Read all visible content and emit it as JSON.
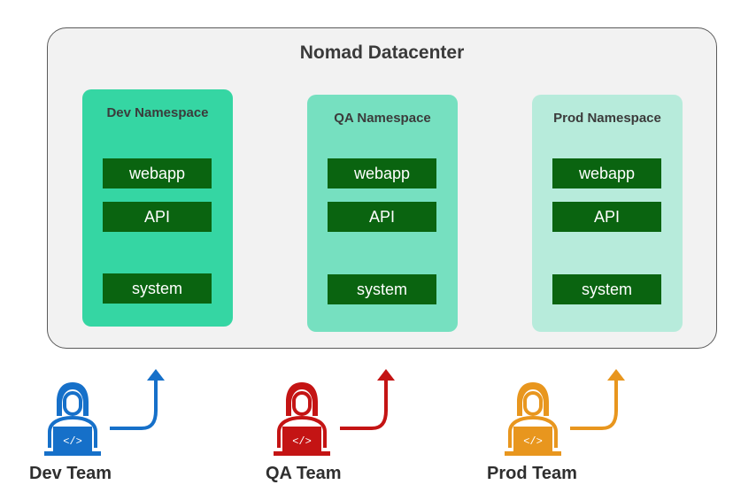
{
  "datacenter": {
    "title": "Nomad Datacenter"
  },
  "namespaces": [
    {
      "title": "Dev Namespace",
      "color": "#35d6a3",
      "services": [
        "webapp",
        "API",
        "system"
      ]
    },
    {
      "title": "QA Namespace",
      "color": "#76e0c0",
      "services": [
        "webapp",
        "API",
        "system"
      ]
    },
    {
      "title": "Prod Namespace",
      "color": "#b7ebdb",
      "services": [
        "webapp",
        "API",
        "system"
      ]
    }
  ],
  "teams": [
    {
      "label": "Dev Team",
      "color": "#1670c9",
      "icon": "developer-icon"
    },
    {
      "label": "QA Team",
      "color": "#c41414",
      "icon": "developer-icon"
    },
    {
      "label": "Prod Team",
      "color": "#e8961e",
      "icon": "developer-icon"
    }
  ],
  "icons": {
    "code": "</>"
  }
}
